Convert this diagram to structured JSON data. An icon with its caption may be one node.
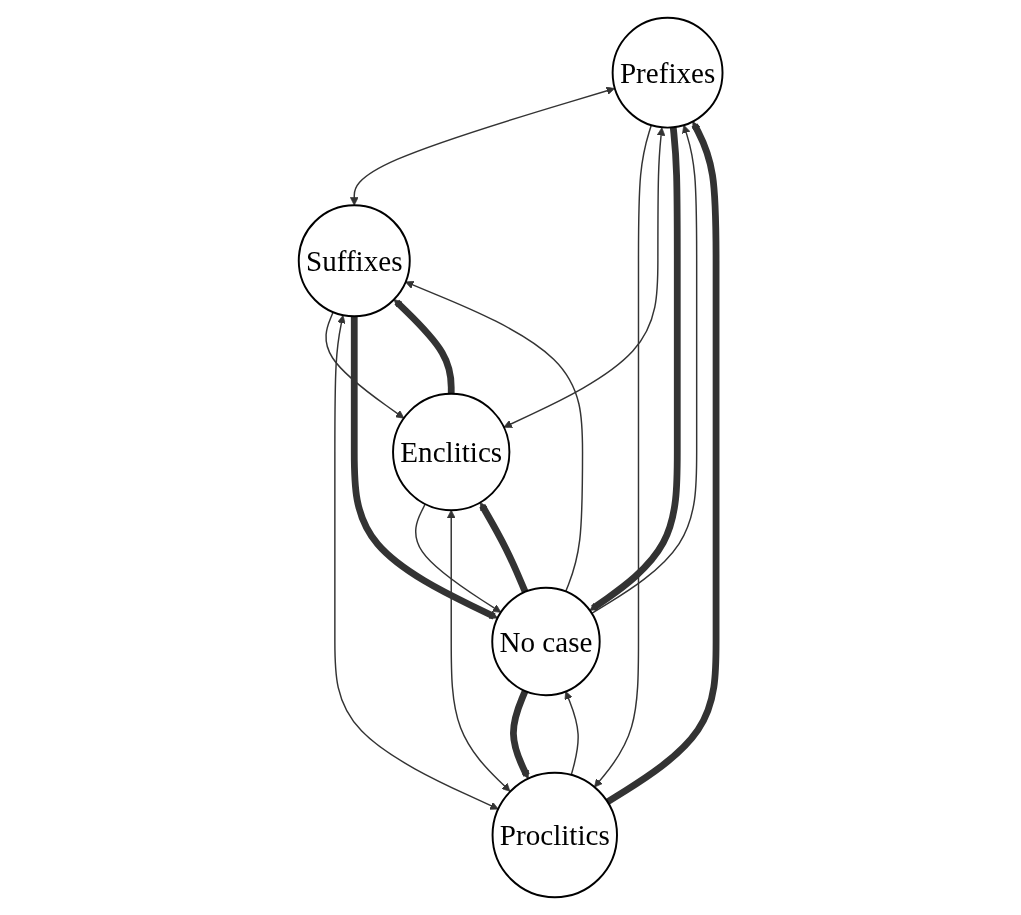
{
  "diagram": {
    "nodes": [
      {
        "text": [
          "Prefixes"
        ]
      },
      {
        "text": [
          "Suffixes"
        ]
      },
      {
        "text": [
          "Proclitics"
        ]
      },
      {
        "text": [
          "Enclitics"
        ]
      },
      {
        "text": [
          "No case"
        ]
      }
    ],
    "edges": [
      {
        "from": 0,
        "to": 1,
        "arrow": "both"
      },
      {
        "from": 0,
        "to": 2,
        "arrow": "to"
      },
      {
        "from": 2,
        "to": 0,
        "arrow": "to",
        "style": "thick"
      },
      {
        "from": 1,
        "to": 3,
        "arrow": "to"
      },
      {
        "from": 3,
        "to": 1,
        "arrow": "to",
        "style": "thick"
      },
      {
        "from": 1,
        "to": 2,
        "arrow": "both"
      },
      {
        "from": 0,
        "to": 3,
        "arrow": "both"
      },
      {
        "from": 2,
        "to": 3,
        "arrow": "both"
      },
      {
        "from": 0,
        "to": 4,
        "arrow": "to",
        "style": "thick"
      },
      {
        "from": 4,
        "to": 0,
        "arrow": "to"
      },
      {
        "from": 1,
        "to": 4,
        "arrow": "to",
        "style": "thick"
      },
      {
        "from": 4,
        "to": 1,
        "arrow": "to"
      },
      {
        "from": 4,
        "to": 2,
        "arrow": "to",
        "style": "thick"
      },
      {
        "from": 2,
        "to": 4,
        "arrow": "to"
      },
      {
        "from": 4,
        "to": 3,
        "arrow": "to",
        "style": "thick"
      },
      {
        "from": 3,
        "to": 4,
        "arrow": "to"
      }
    ]
  }
}
